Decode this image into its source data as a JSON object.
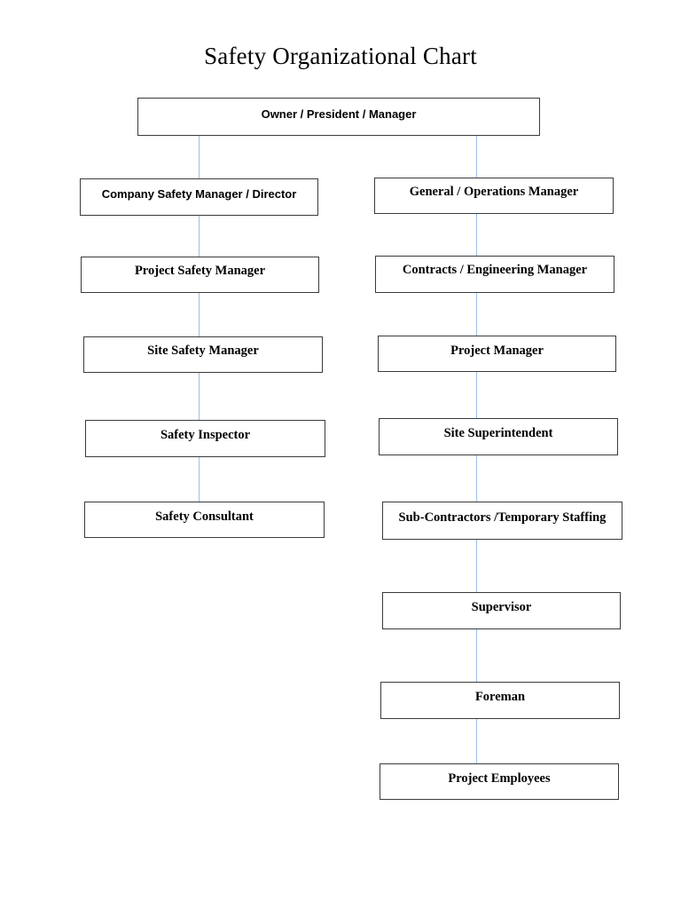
{
  "title": "Safety Organizational Chart",
  "chart_data": {
    "type": "diagram",
    "diagram_kind": "organizational-chart",
    "title": "Safety Organizational Chart",
    "root": "Owner / President / Manager",
    "branches": [
      {
        "name": "safety-branch",
        "column": "left",
        "nodes": [
          "Company Safety Manager / Director",
          "Project Safety Manager",
          "Site Safety Manager",
          "Safety Inspector",
          "Safety Consultant"
        ]
      },
      {
        "name": "operations-branch",
        "column": "right",
        "nodes": [
          "General / Operations Manager",
          "Contracts / Engineering Manager",
          "Project Manager",
          "Site Superintendent",
          "Sub-Contractors /Temporary Staffing",
          "Supervisor",
          "Foreman",
          "Project Employees"
        ]
      }
    ]
  },
  "nodes": {
    "root": {
      "label": "Owner / President / Manager"
    },
    "left": [
      {
        "label": "Company Safety Manager / Director"
      },
      {
        "label": "Project Safety Manager"
      },
      {
        "label": "Site Safety Manager"
      },
      {
        "label": "Safety Inspector"
      },
      {
        "label": "Safety Consultant"
      }
    ],
    "right": [
      {
        "label": "General / Operations Manager"
      },
      {
        "label": "Contracts / Engineering Manager"
      },
      {
        "label": "Project Manager"
      },
      {
        "label": "Site Superintendent"
      },
      {
        "label": "Sub-Contractors /Temporary Staffing"
      },
      {
        "label": "Supervisor"
      },
      {
        "label": "Foreman"
      },
      {
        "label": "Project Employees"
      }
    ]
  },
  "colors": {
    "connector": "#9cc0e4",
    "box_border": "#3b3b3b",
    "box_fill": "#ffffff",
    "text": "#000000"
  }
}
